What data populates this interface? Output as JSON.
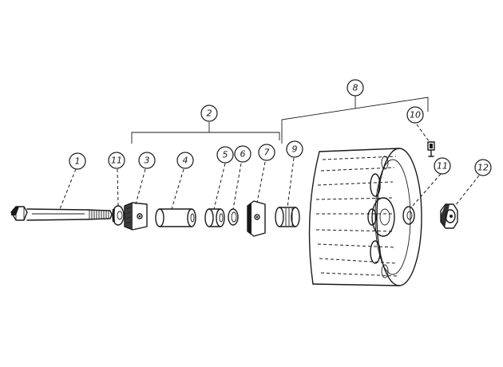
{
  "callouts": [
    {
      "id": "c1",
      "label": "1"
    },
    {
      "id": "c2",
      "label": "2"
    },
    {
      "id": "c3",
      "label": "3"
    },
    {
      "id": "c4",
      "label": "4"
    },
    {
      "id": "c5",
      "label": "5"
    },
    {
      "id": "c6",
      "label": "6"
    },
    {
      "id": "c7",
      "label": "7"
    },
    {
      "id": "c8",
      "label": "8"
    },
    {
      "id": "c9",
      "label": "9"
    },
    {
      "id": "c10",
      "label": "10"
    },
    {
      "id": "c11a",
      "label": "11"
    },
    {
      "id": "c11b",
      "label": "11"
    },
    {
      "id": "c12",
      "label": "12"
    }
  ],
  "colors": {
    "ink": "#1a1a1a",
    "paper": "#ffffff"
  }
}
